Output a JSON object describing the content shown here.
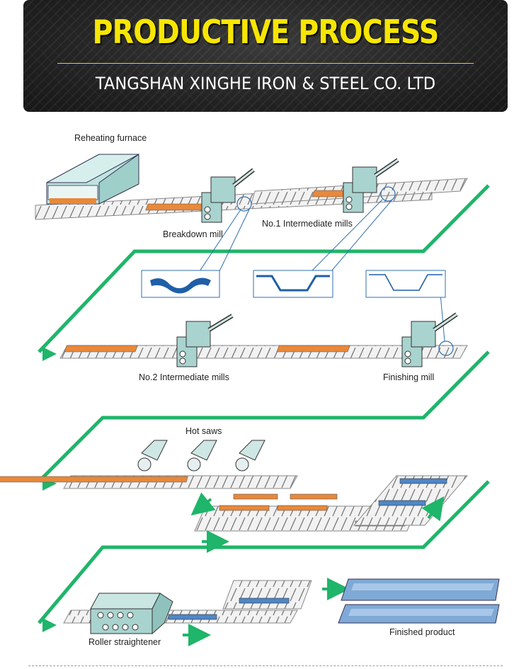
{
  "header": {
    "title": "PRODUCTIVE PROCESS",
    "subtitle": "TANGSHAN XINGHE IRON & STEEL CO. LTD"
  },
  "labels": {
    "reheating_furnace": "Reheating furnace",
    "breakdown_mill": "Breakdown mill",
    "no1_intermediate": "No.1 Intermediate mills",
    "no2_intermediate": "No.2 Intermediate mills",
    "finishing_mill": "Finishing mill",
    "hot_saws": "Hot saws",
    "roller_straightener": "Roller straightener",
    "finished_product": "Finished product"
  },
  "colors": {
    "title_yellow": "#f7e600",
    "flow_green": "#1fb56a",
    "hot_steel": "#e8883a",
    "cool_steel": "#4f86c6",
    "machine": "#a9d3cf",
    "profile_blue": "#1f5fa8"
  }
}
